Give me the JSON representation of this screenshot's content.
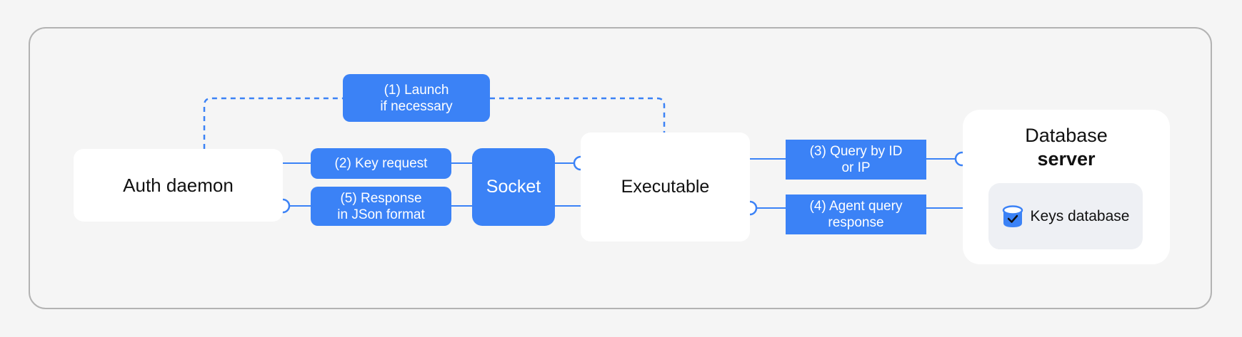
{
  "diagram": {
    "nodes": {
      "auth_daemon": "Auth daemon",
      "socket": "Socket",
      "executable": "Executable",
      "db_server_title": "Database",
      "db_server_bold": "server",
      "keys_db": "Keys database"
    },
    "edges": {
      "launch": [
        "(1) Launch",
        "if necessary"
      ],
      "key_request": [
        "(2) Key request"
      ],
      "query": [
        "(3) Query by ID",
        "or IP"
      ],
      "agent_response": [
        "(4) Agent query",
        "response"
      ],
      "response": [
        "(5) Response",
        "in JSon format"
      ]
    },
    "icons": {
      "keys_db": "database-check-icon"
    },
    "colors": {
      "accent": "#3b82f6",
      "background": "#f5f5f5",
      "frame_border": "#b3b3b3",
      "node_fill": "#ffffff",
      "inner_fill": "#eef0f4"
    }
  }
}
